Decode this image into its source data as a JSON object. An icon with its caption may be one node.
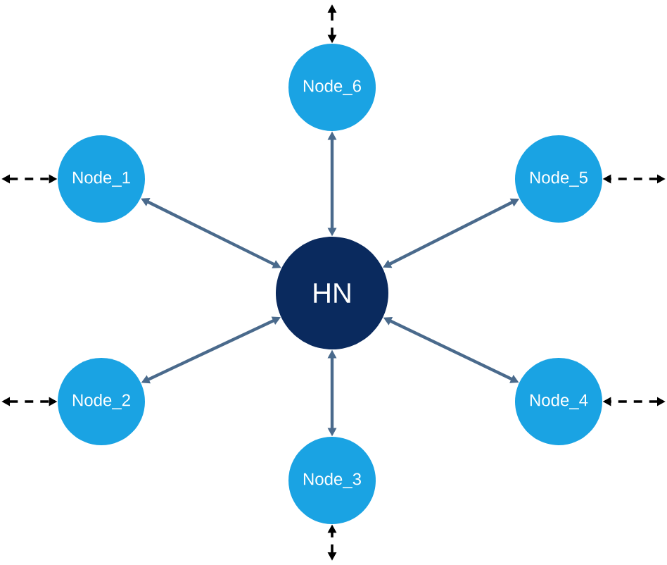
{
  "diagram": {
    "nodes": [
      {
        "text": [
          "Node_6"
        ]
      },
      {
        "text": [
          "Node_1"
        ]
      },
      {
        "text": [
          "Node_5"
        ]
      },
      {
        "text": [
          "HN"
        ]
      },
      {
        "text": [
          "Node_2"
        ]
      },
      {
        "text": [
          "Node_4"
        ]
      },
      {
        "text": [
          "Node_3"
        ]
      }
    ],
    "edges": [
      {
        "from": 3,
        "to": 0,
        "arrow": "both"
      },
      {
        "from": 3,
        "to": 1,
        "arrow": "both"
      },
      {
        "from": 3,
        "to": 2,
        "arrow": "both"
      },
      {
        "from": 3,
        "to": 4,
        "arrow": "both"
      },
      {
        "from": 3,
        "to": 5,
        "arrow": "both"
      },
      {
        "from": 3,
        "to": 6,
        "arrow": "both"
      },
      {
        "from": null,
        "to": 0,
        "arrow": "both",
        "style": "dashed",
        "color": "#000000"
      },
      {
        "from": null,
        "to": 1,
        "arrow": "both",
        "style": "dashed",
        "color": "#000000"
      },
      {
        "from": null,
        "to": 2,
        "arrow": "both",
        "style": "dashed",
        "color": "#000000"
      },
      {
        "from": null,
        "to": 4,
        "arrow": "both",
        "style": "dashed",
        "color": "#000000"
      },
      {
        "from": null,
        "to": 5,
        "arrow": "both",
        "style": "dashed",
        "color": "#000000"
      },
      {
        "from": null,
        "to": 6,
        "arrow": "both",
        "style": "dashed",
        "color": "#000000"
      }
    ]
  }
}
